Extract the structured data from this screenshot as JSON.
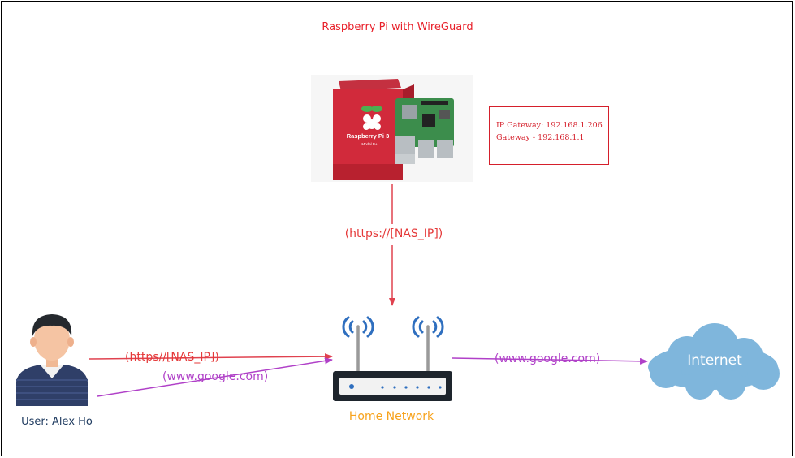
{
  "title": "Raspberry Pi with WireGuard",
  "pi": {
    "box_brand": "Raspberry Pi 3",
    "box_model": "Model B+"
  },
  "ip_box": {
    "line1": "IP Gateway: 192.168.1.206",
    "line2": "Gateway - 192.168.1.1"
  },
  "links": {
    "pi_to_router": "(https://[NAS_IP])",
    "user_https": "(https//[NAS_IP])",
    "user_google": "(www.google.com)",
    "router_to_internet": "(www.google.com)"
  },
  "router_label": "Home Network",
  "user_label": "User: Alex Ho",
  "internet_label": "Internet",
  "colors": {
    "title": "#e8202a",
    "https_link": "#e53a3a",
    "google_link": "#b040c8",
    "router_label": "#f7a21b",
    "user_label": "#1e3a5f",
    "cloud": "#7fb6dc",
    "wifi_waves": "#2f6fbf"
  }
}
